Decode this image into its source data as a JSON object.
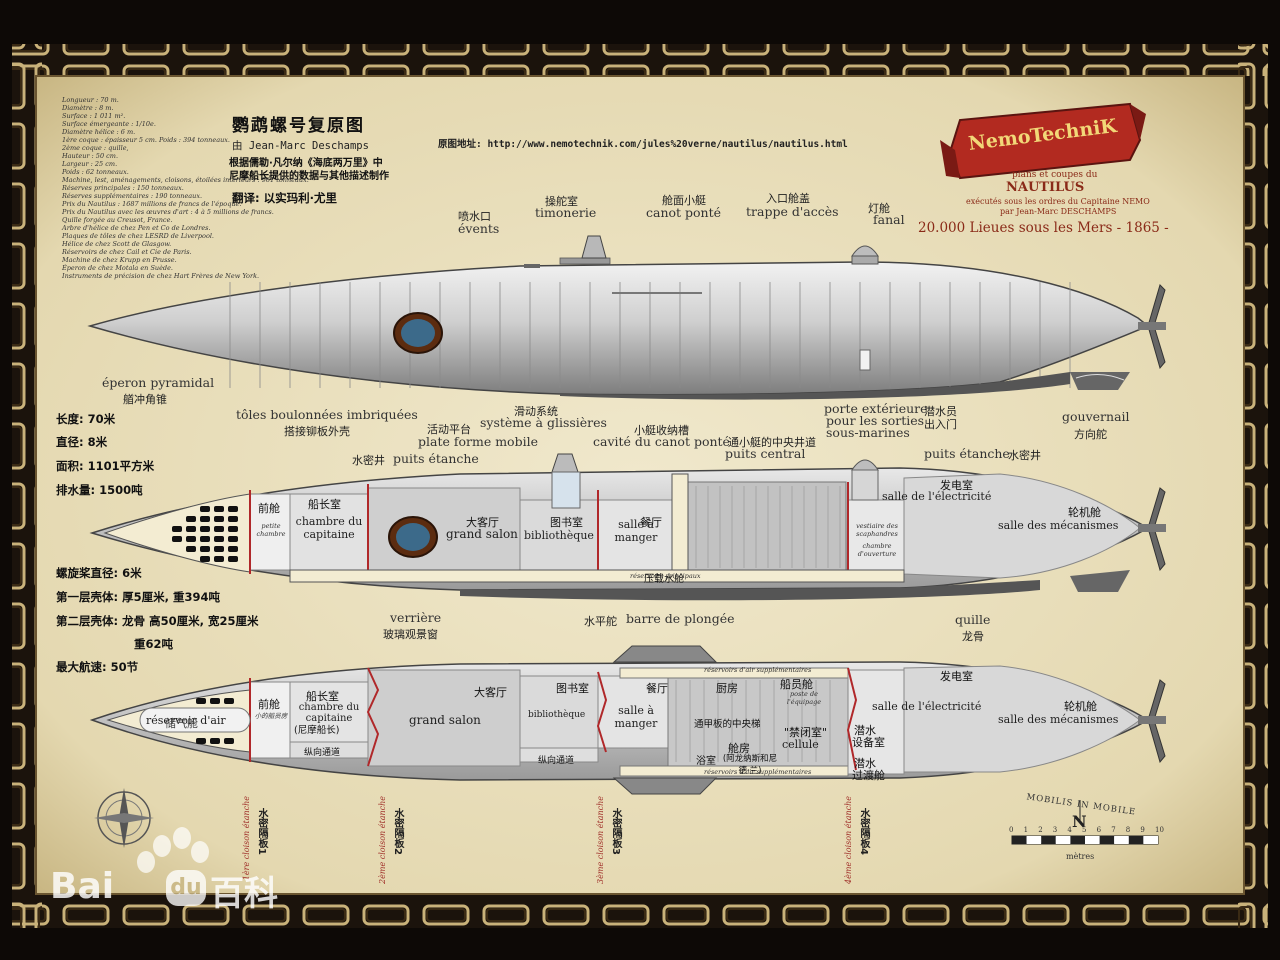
{
  "header": {
    "title_zh": "鹦鹉螺号复原图",
    "author": "由 Jean-Marc Deschamps",
    "desc_line1": "根据儒勒·凡尔纳《海底两万里》中",
    "desc_line2": "尼摩船长提供的数据与其他描述制作",
    "translator": "翻译: 以实玛利·尤里",
    "source": "原图地址: http://www.nemotechnik.com/jules%20verne/nautilus/nautilus.html"
  },
  "logo": {
    "banner": "NemoTechniK",
    "line1": "plans et coupes du",
    "line2": "NAUTILUS",
    "line3": "exécutés sous les ordres du Capitaine NEMO",
    "line4": "par Jean-Marc DESCHAMPS",
    "line5": "20.000 Lieues sous les Mers - 1865 -"
  },
  "specs_fr": [
    "Longueur : 70 m.",
    "Diamètre : 8 m.",
    "Surface : 1 011 m².",
    "Surface émergeante : 1/10e.",
    "Diamètre hélice : 6 m.",
    "1ère coque : épaisseur 5 cm. Poids : 394 tonneaux.",
    "2ème coque : quille,",
    "Hauteur : 50 cm.",
    "Largeur : 25 cm.",
    "Poids : 62 tonneaux.",
    "Machine, lest, aménagements, cloisons, étoilées intérieurs : 961 tonneaux.",
    "Réserves principales : 150 tonneaux.",
    "Réserves supplémentaires : 190 tonneaux.",
    "Prix du Nautilus : 1687 millions de francs de l'époque.",
    "Prix du Nautilus avec les œuvres d'art : 4 à 5 millions de francs.",
    "Quille forgée au Creusot, France.",
    "Arbre d'hélice de chez Pen et Co de Londres.",
    "Plaques de tôles de chez LESRD de Liverpool.",
    "Hélice de chez Scott de Glasgow.",
    "Réservoirs de chez Cail et Cie de Paris.",
    "Machine de chez Krupp en Prusse.",
    "Éperon de chez Motala en Suède.",
    "Instruments de précision de chez Hart Frères de New York."
  ],
  "stats_zh": [
    "长度: 70米",
    "直径: 8米",
    "面积: 1101平方米",
    "排水量: 1500吨",
    "螺旋桨直径: 6米",
    "第一层壳体: 厚5厘米, 重394吨",
    "第二层壳体: 龙骨 高50厘米, 宽25厘米",
    "重62吨",
    "最大航速: 50节"
  ],
  "top_labels": {
    "events_zh": "喷水口",
    "events_fr": "évents",
    "timonerie_zh": "操舵室",
    "timonerie_fr": "timonerie",
    "canot_zh": "舱面小艇",
    "canot_fr": "canot ponté",
    "trappe_zh": "入口舱盖",
    "trappe_fr": "trappe d'accès",
    "fanal_zh": "灯舱",
    "fanal_fr": "fanal"
  },
  "mid_labels": {
    "eperon_fr": "éperon pyramidal",
    "eperon_zh": "艏冲角锥",
    "toles_fr": "tôles boulonnées imbriquées",
    "toles_zh": "搭接铆板外壳",
    "porte_fr1": "porte extérieure",
    "porte_fr2": "pour les sorties",
    "porte_fr3": "sous-marines",
    "porte_zh1": "潜水员",
    "porte_zh2": "出入门",
    "gouvernail_fr": "gouvernail",
    "gouvernail_zh": "方向舵",
    "glissieres_zh": "滑动系统",
    "glissieres_fr": "système à glissières",
    "plate_zh": "活动平台",
    "plate_fr": "plate forme mobile",
    "puits1_zh": "水密井",
    "puits1_fr": "puits étanche",
    "cavite_zh": "小艇收纳槽",
    "cavite_fr": "cavité du canot ponté",
    "central_zh": "通小艇的中央井道",
    "central_fr": "puits central",
    "puits2_fr": "puits étanche",
    "puits2_zh": "水密井",
    "verriere_fr": "verrière",
    "verriere_zh": "玻璃观景窗",
    "plongee_zh": "水平舵",
    "plongee_fr": "barre de plongée",
    "quille_fr": "quille",
    "quille_zh": "龙骨"
  },
  "section_rooms": {
    "proue_zh": "前舱",
    "proue_fr": "petite chambre",
    "capitaine_zh": "船长室",
    "capitaine_fr": "chambre du capitaine",
    "salon_zh": "大客厅",
    "salon_fr": "grand salon",
    "biblio_zh": "图书室",
    "biblio_fr": "bibliothèque",
    "manger_zh": "餐厅",
    "manger_fr": "salle à manger",
    "vestiaire": "vestiaire des scaphandres",
    "chambre_air": "chambre d'ouverture",
    "elec_zh": "发电室",
    "elec_fr": "salle de l'électricité",
    "meca_zh": "轮机舱",
    "meca_fr": "salle des mécanismes",
    "lest_zh": "压载水舱",
    "lest_fr": "réservoirs principaux"
  },
  "plan_rooms": {
    "air_fr": "réservoir d'air",
    "air_zh": "储气舱",
    "proue_zh": "前舱",
    "proue_fr": "小的船员房",
    "capitaine_zh": "船长室",
    "capitaine_fr": "chambre du capitaine",
    "capitaine_note": "(尼摩船长)",
    "couloir1": "纵向通道",
    "salon_zh": "大客厅",
    "salon_fr": "grand salon",
    "biblio_zh": "图书室",
    "biblio_fr": "bibliothèque",
    "couloir2": "纵向通道",
    "manger_zh": "餐厅",
    "manger_fr": "salle à manger",
    "reserves_top": "réservoirs d'air supplémentaires",
    "reserves_bot": "réservoirs d'air supplémentaires",
    "cuisine_zh": "厨房",
    "equipage_zh": "船员舱",
    "equipage_fr": "poste de l'équipage",
    "central": "通甲板的中央梯",
    "bains": "浴室",
    "cabine_zh": "舱房",
    "cabine_note": "(阿龙纳斯和尼德·兰)",
    "cellule_zh": "\"禁闭室\"",
    "cellule_fr": "cellule",
    "scaph_zh": "潜水",
    "scaph_zh2": "设备室",
    "sas_zh": "潜水",
    "sas_zh2": "过渡舱",
    "elec_zh": "发电室",
    "elec_fr": "salle de l'électricité",
    "meca_zh": "轮机舱",
    "meca_fr": "salle des mécanismes"
  },
  "cloisons": [
    {
      "fr": "1ère cloison étanche",
      "zh": "水密隔板1"
    },
    {
      "fr": "2ème cloison étanche",
      "zh": "水密隔板2"
    },
    {
      "fr": "3ème cloison étanche",
      "zh": "水密隔板3"
    },
    {
      "fr": "4ème cloison étanche",
      "zh": "水密隔板4"
    }
  ],
  "scale": {
    "title": "MOBILIS IN MOBILE",
    "north": "N",
    "ticks": [
      "0",
      "1",
      "2",
      "3",
      "4",
      "5",
      "6",
      "7",
      "8",
      "9",
      "10"
    ],
    "unit": "mètres"
  },
  "watermark": {
    "text": "Bai",
    "text2": "du",
    "text3": "百科"
  },
  "colors": {
    "parchment": "#ece4c6",
    "frame": "#1b130c",
    "hull": "#c9c9c9",
    "hull_dark": "#7b7b7b",
    "room": "#d6d6d6",
    "red_line": "#b0282a",
    "cream": "#f3ecd2"
  }
}
